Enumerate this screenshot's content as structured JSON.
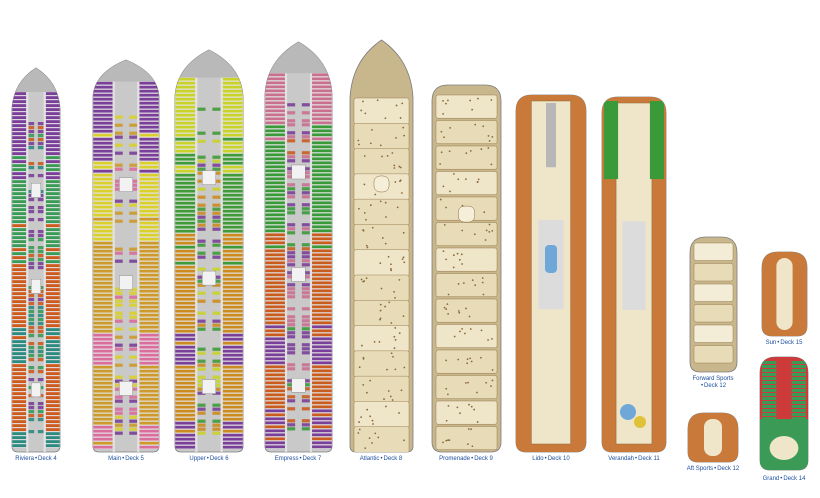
{
  "decks": [
    {
      "id": "riviera",
      "name": "Riviera",
      "deck": "Deck 4",
      "type": "cabins",
      "palette": [
        "#7a3f98",
        "#3a9a56",
        "#cc5b1f",
        "#2e8a80"
      ]
    },
    {
      "id": "main",
      "name": "Main",
      "deck": "Deck 5",
      "type": "cabins",
      "palette": [
        "#7a3f98",
        "#d9cf2e",
        "#cc9a2a",
        "#d96d9c"
      ]
    },
    {
      "id": "upper",
      "name": "Upper",
      "deck": "Deck 6",
      "type": "cabins",
      "palette": [
        "#c9d12b",
        "#3f9a3a",
        "#cc8b1f",
        "#7a3f98"
      ]
    },
    {
      "id": "empress",
      "name": "Empress",
      "deck": "Deck 7",
      "type": "cabins",
      "palette": [
        "#c9708f",
        "#3a9a3a",
        "#c85d1f",
        "#7a3f98"
      ]
    },
    {
      "id": "atlantic",
      "name": "Atlantic",
      "deck": "Deck 8",
      "type": "public",
      "palette": [
        "#efe5c8",
        "#c8b68c",
        "#8a6a3a"
      ]
    },
    {
      "id": "promenade",
      "name": "Promenade",
      "deck": "Deck 9",
      "type": "public",
      "palette": [
        "#efe5c8",
        "#c8b68c",
        "#8a6a3a"
      ]
    },
    {
      "id": "lido",
      "name": "Lido",
      "deck": "Deck 10",
      "type": "lido",
      "palette": [
        "#c97a3a",
        "#efe5c8",
        "#6fa8d8"
      ]
    },
    {
      "id": "verandah",
      "name": "Verandah",
      "deck": "Deck 11",
      "type": "verandah",
      "palette": [
        "#c97a3a",
        "#efe5c8",
        "#3a9a3a"
      ]
    },
    {
      "id": "forward-sports",
      "name": "Forward Sports",
      "deck": "Deck 12",
      "type": "small",
      "palette": [
        "#efe5c8",
        "#c8b68c"
      ]
    },
    {
      "id": "aft-sports",
      "name": "Aft Sports",
      "deck": "Deck 12",
      "type": "small",
      "palette": [
        "#c97a3a",
        "#efe5c8"
      ]
    },
    {
      "id": "sun",
      "name": "Sun",
      "deck": "Deck 15",
      "type": "small",
      "palette": [
        "#c97a3a",
        "#efe5c8"
      ]
    },
    {
      "id": "grand",
      "name": "Grand",
      "deck": "Deck 14",
      "type": "small",
      "palette": [
        "#cc3a3a",
        "#3a9a56",
        "#efe5c8"
      ]
    }
  ],
  "separator": "•",
  "colors": {
    "label": "#1d4fa0",
    "hull": "#c9c9c9",
    "outline": "#7d7d7d",
    "corridor": "#e2e2e2"
  }
}
